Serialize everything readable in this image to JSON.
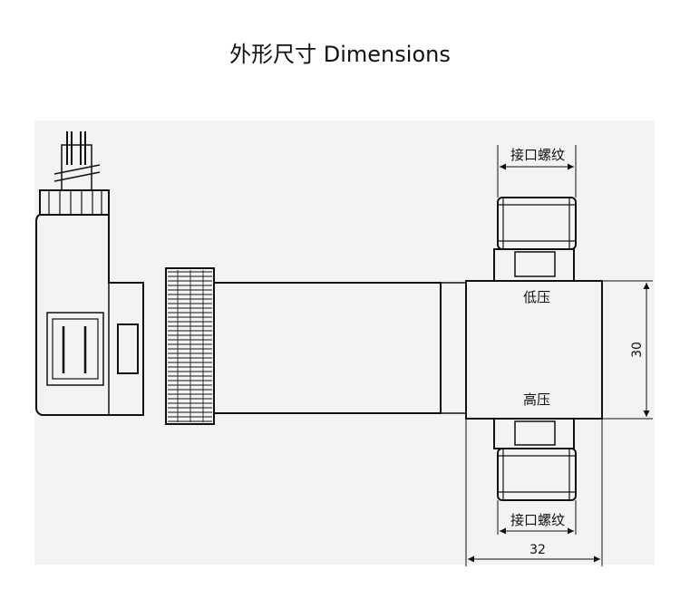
{
  "title": "外形尺寸 Dimensions",
  "labels": {
    "thread_top": "接口螺纹",
    "thread_bottom": "接口螺纹",
    "low_pressure": "低压",
    "high_pressure": "高压"
  },
  "dimensions": {
    "height": "30",
    "width": "32"
  }
}
